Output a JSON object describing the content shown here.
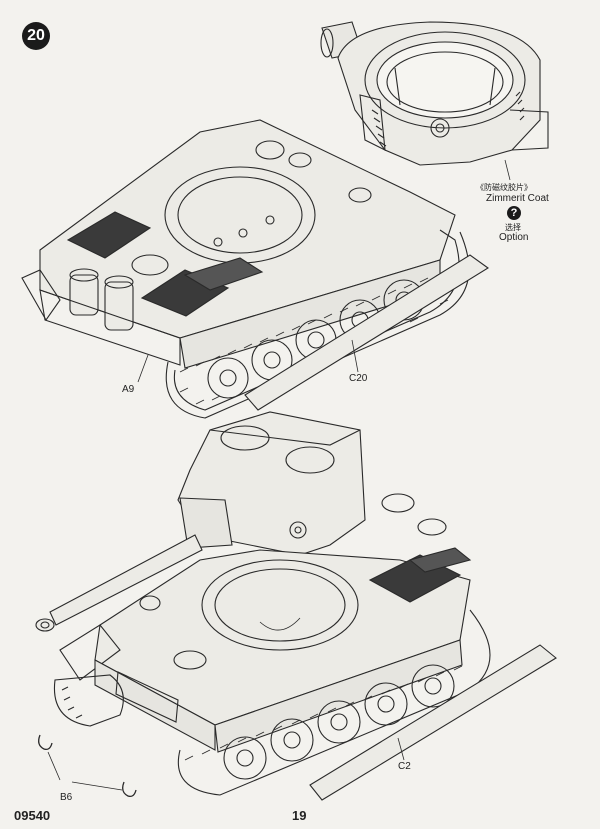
{
  "step": {
    "number": "20"
  },
  "callouts": {
    "zimmerit_cn": "《防磁纹胶片》",
    "zimmerit_en": "Zimmerit Coat",
    "option_mark": "?",
    "option_cn": "选择",
    "option_en": "Option",
    "a9": "A9",
    "c20": "C20",
    "c2": "C2",
    "b6": "B6"
  },
  "footer": {
    "kit_number": "09540",
    "page_number": "19"
  },
  "icons": {
    "option": "question-circle-icon",
    "step": "step-number-badge"
  }
}
